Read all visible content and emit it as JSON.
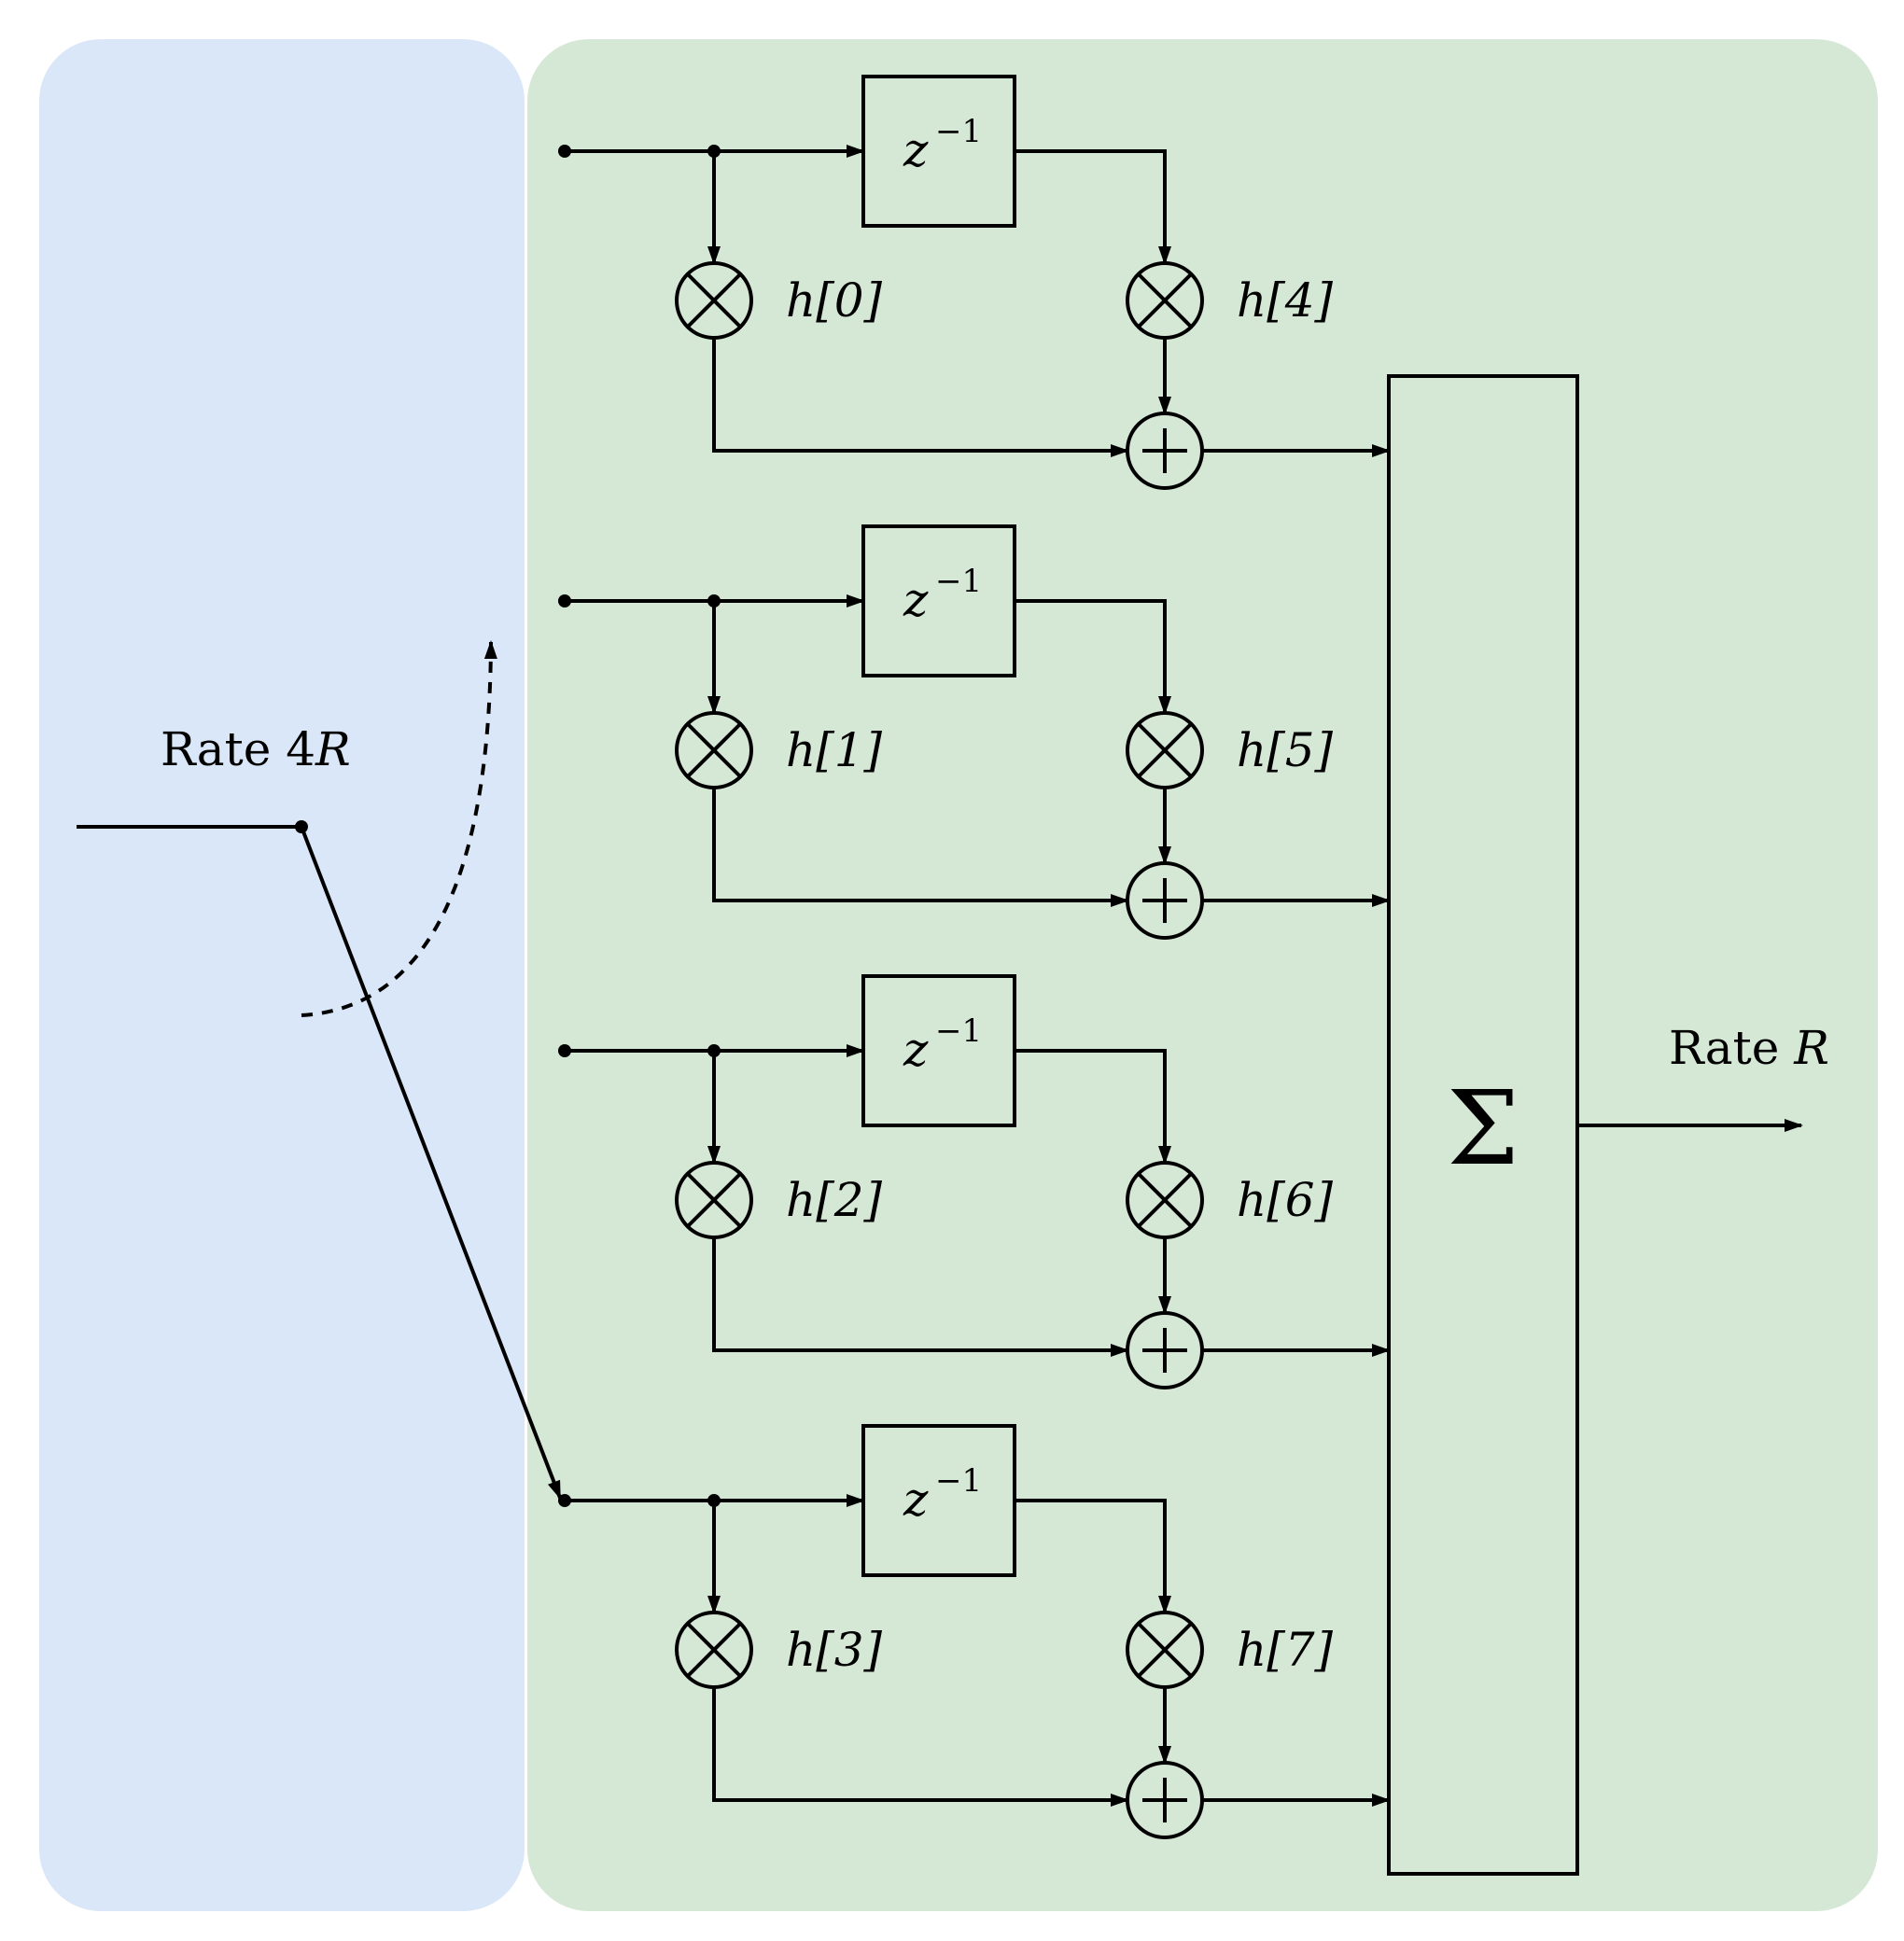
{
  "colors": {
    "commutator_panel": "#dae7f8",
    "polyphase_panel": "#d5e8d5",
    "stroke": "#000000"
  },
  "input": {
    "rate_label_prefix": "Rate ",
    "rate_label_factor": "4",
    "rate_label_symbol": "R"
  },
  "output": {
    "rate_label_prefix": "Rate ",
    "rate_label_symbol": "R"
  },
  "delay_symbol": "z",
  "delay_exponent": "−1",
  "summation_symbol": "Σ",
  "branches": [
    {
      "tap_a": "h[0]",
      "tap_b": "h[4]"
    },
    {
      "tap_a": "h[1]",
      "tap_b": "h[5]"
    },
    {
      "tap_a": "h[2]",
      "tap_b": "h[6]"
    },
    {
      "tap_a": "h[3]",
      "tap_b": "h[7]"
    }
  ],
  "icons": {
    "multiplier": "circle-times-icon",
    "adder": "circle-plus-icon",
    "commutator_direction": "dashed-curved-arrow-icon",
    "output_direction": "arrow-right-icon"
  }
}
